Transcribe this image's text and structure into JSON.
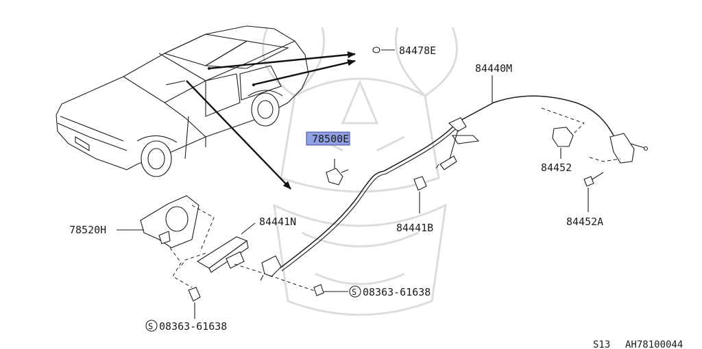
{
  "colors": {
    "highlight": "#7c8fe0",
    "ink": "#1a1a1a",
    "watermark": "#dcdcdc"
  },
  "parts": {
    "p84478E": "84478E",
    "p84440M": "84440M",
    "p78500E": "78500E",
    "p84452": "84452",
    "p84452A": "84452A",
    "p84441B": "84441B",
    "p84441N": "84441N",
    "p78520H": "78520H",
    "screw_right": "08363-61638",
    "screw_bottom": "08363-61638",
    "screw_symbol": "S"
  },
  "footer": {
    "section": "S13",
    "code": "AH78100044"
  }
}
